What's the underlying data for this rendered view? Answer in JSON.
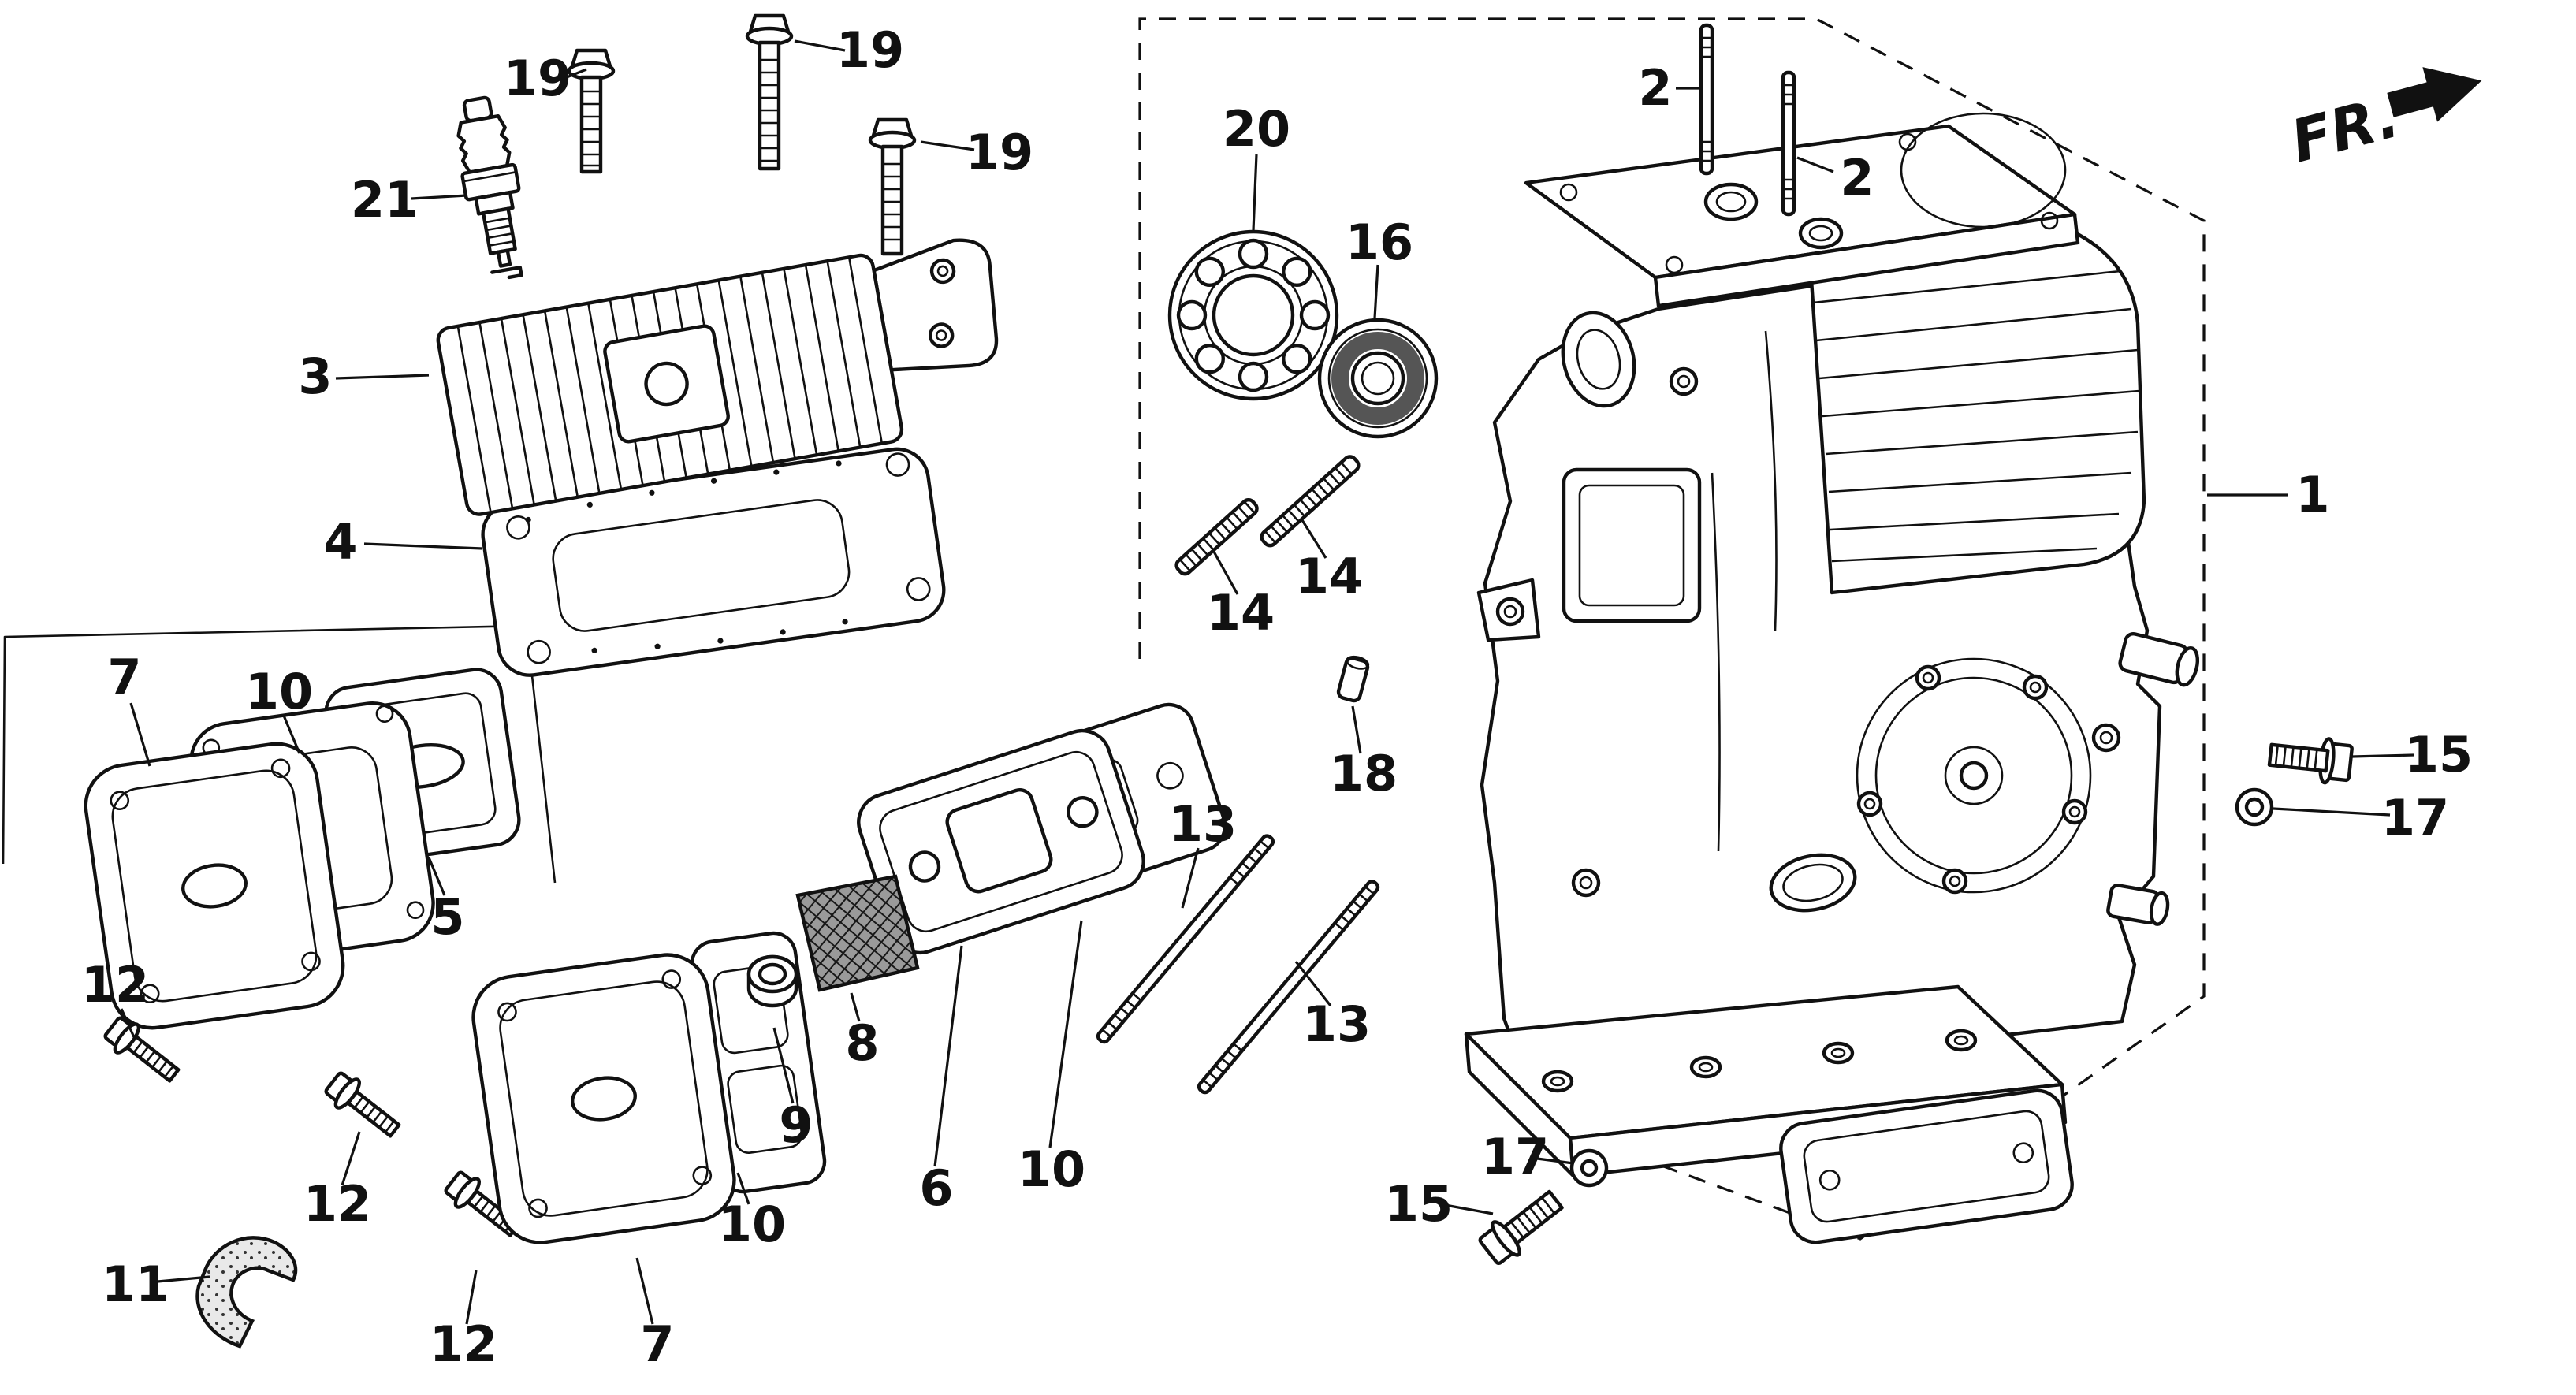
{
  "diagram": {
    "type": "exploded-parts-diagram",
    "subject": "Engine cylinder head and cylinder barrel exploded view",
    "background_color": "#ffffff",
    "line_color": "#111111",
    "direction_indicator": {
      "label": "FR."
    },
    "part_numbers_visible": [
      "1",
      "2",
      "3",
      "4",
      "5",
      "6",
      "7",
      "8",
      "9",
      "10",
      "11",
      "12",
      "13",
      "14",
      "15",
      "16",
      "17",
      "18",
      "19",
      "20",
      "21"
    ],
    "callouts": [
      {
        "label": "19"
      },
      {
        "label": "19"
      },
      {
        "label": "19"
      },
      {
        "label": "21"
      },
      {
        "label": "3"
      },
      {
        "label": "4"
      },
      {
        "label": "7"
      },
      {
        "label": "10"
      },
      {
        "label": "5"
      },
      {
        "label": "12"
      },
      {
        "label": "12"
      },
      {
        "label": "12"
      },
      {
        "label": "11"
      },
      {
        "label": "7"
      },
      {
        "label": "10"
      },
      {
        "label": "9"
      },
      {
        "label": "8"
      },
      {
        "label": "6"
      },
      {
        "label": "10"
      },
      {
        "label": "13"
      },
      {
        "label": "13"
      },
      {
        "label": "14"
      },
      {
        "label": "14"
      },
      {
        "label": "18"
      },
      {
        "label": "20"
      },
      {
        "label": "16"
      },
      {
        "label": "2"
      },
      {
        "label": "2"
      },
      {
        "label": "1"
      },
      {
        "label": "15"
      },
      {
        "label": "17"
      },
      {
        "label": "17"
      },
      {
        "label": "15"
      }
    ]
  }
}
